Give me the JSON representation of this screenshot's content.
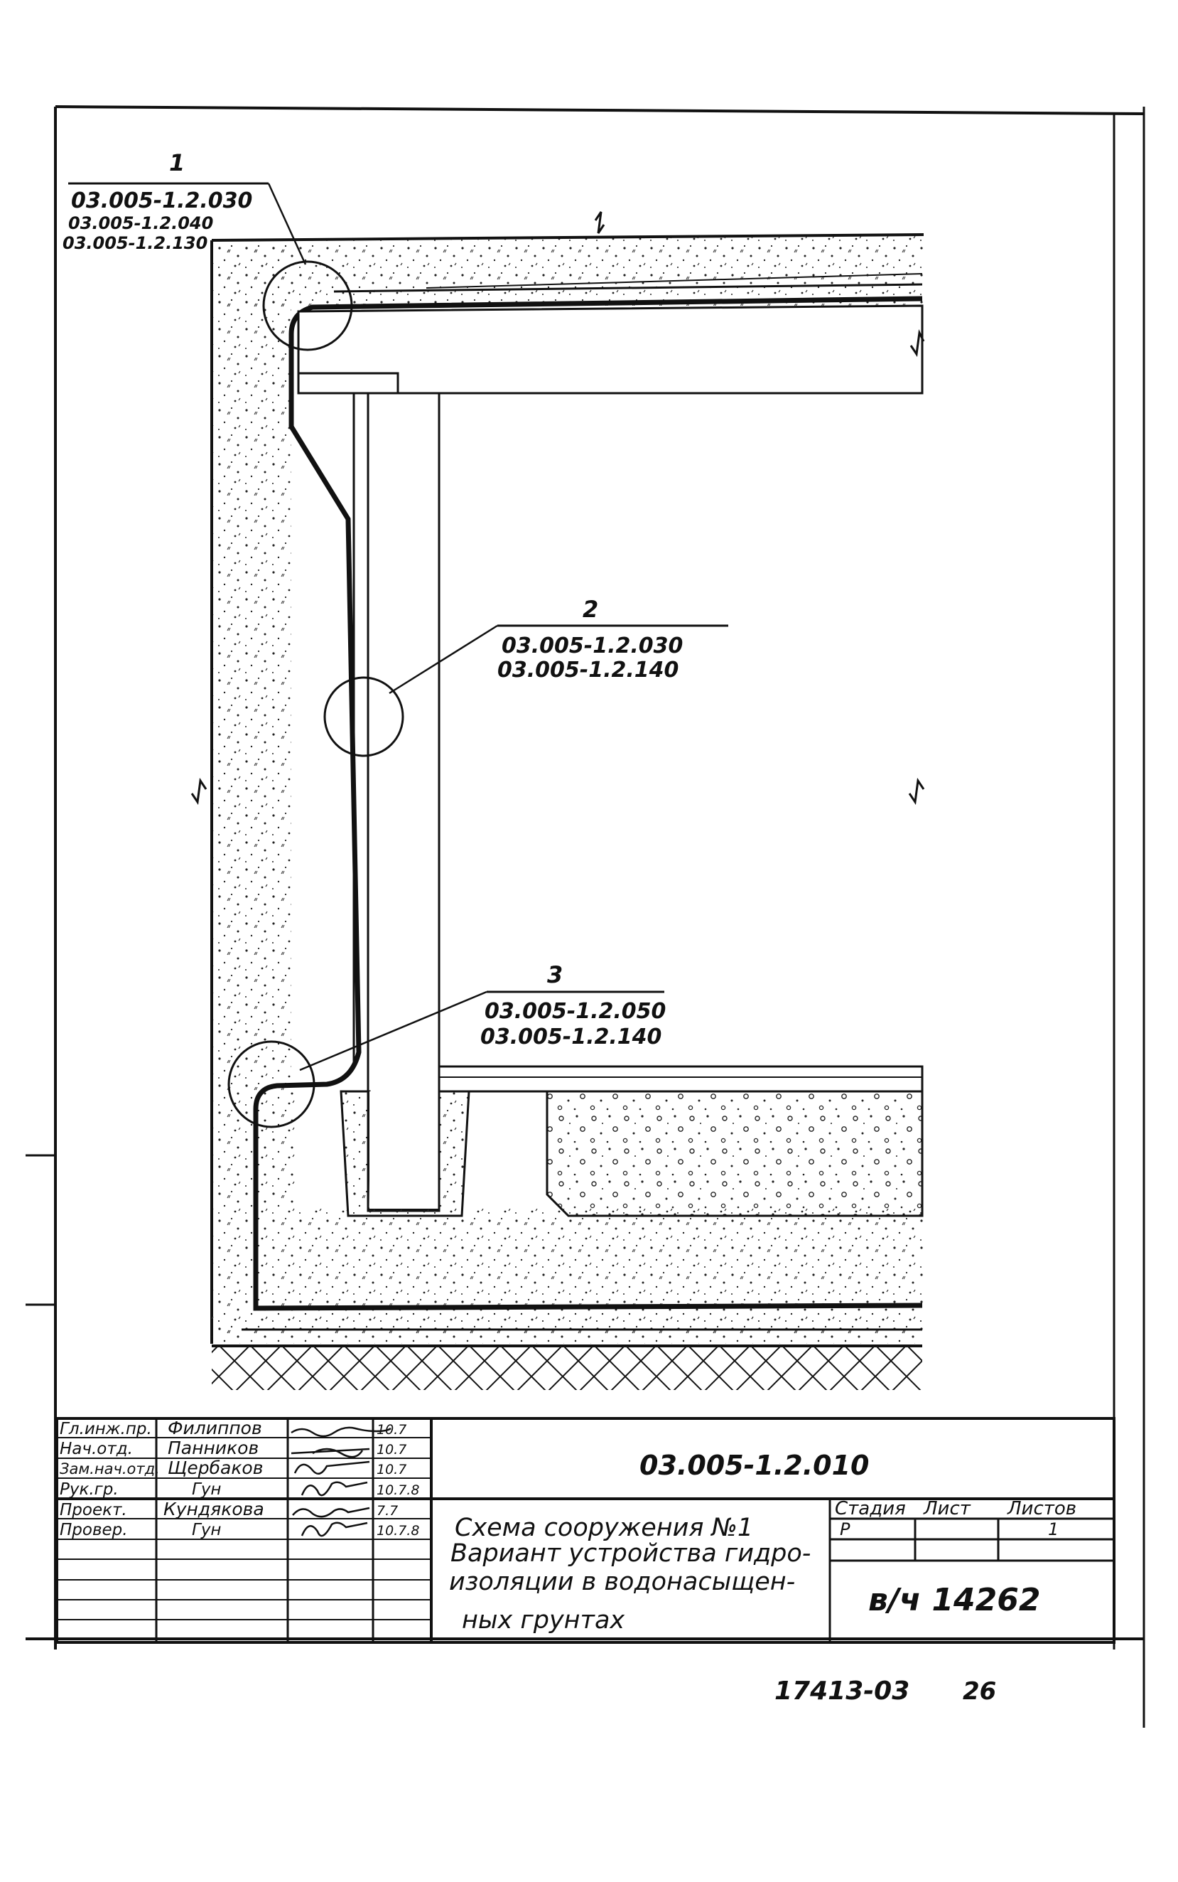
{
  "callouts": [
    {
      "number": "1",
      "refs": [
        "03.005-1.2.030",
        "03.005-1.2.040",
        "03.005-1.2.130"
      ]
    },
    {
      "number": "2",
      "refs": [
        "03.005-1.2.030",
        "03.005-1.2.140"
      ]
    },
    {
      "number": "3",
      "refs": [
        "03.005-1.2.050",
        "03.005-1.2.140"
      ]
    }
  ],
  "title_block": {
    "roles": [
      {
        "role": "Гл.инж.пр.",
        "name": "Филиппов",
        "date": "10.7"
      },
      {
        "role": "Нач.отд.",
        "name": "Панников",
        "date": "10.7"
      },
      {
        "role": "Зам.нач.отд.",
        "name": "Щербаков",
        "date": "10.7"
      },
      {
        "role": "Рук.гр.",
        "name": "Гун",
        "date": "10.7.8"
      },
      {
        "role": "Проект.",
        "name": "Кундякова",
        "date": "7.7"
      },
      {
        "role": "Провер.",
        "name": "Гун",
        "date": "10.7.8"
      }
    ],
    "doc_code": "03.005-1.2.010",
    "title_lines": [
      "Схема сооружения №1",
      "Вариант устройства гидро-",
      "изоляции в водонасыщен-",
      "ных грунтах"
    ],
    "stage_header": "Стадия",
    "sheet_header": "Лист",
    "sheets_header": "Листов",
    "stage_value": "Р",
    "sheet_value": "",
    "sheets_value": "1",
    "organization": "в/ч 14262"
  },
  "footer": {
    "inventory": "17413-03",
    "page": "26"
  }
}
